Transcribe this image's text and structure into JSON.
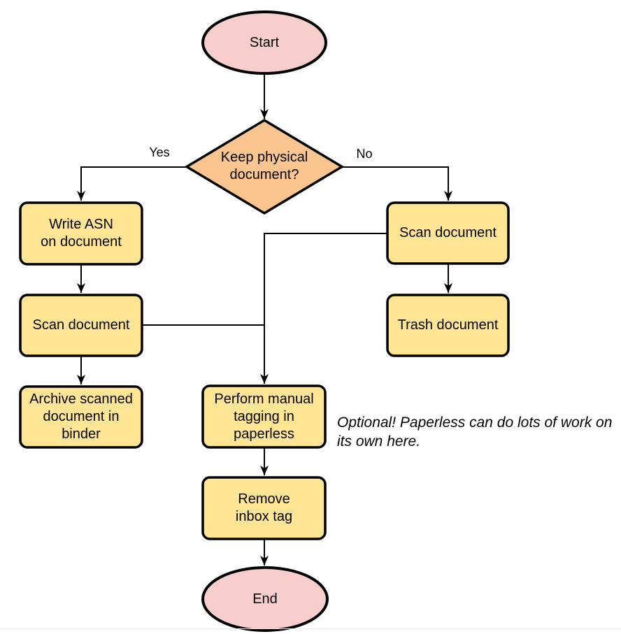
{
  "diagram": {
    "title": "Document scanning workflow flowchart",
    "nodes": {
      "start": {
        "label": "Start"
      },
      "decision": {
        "lines": [
          "Keep physical",
          "document?"
        ]
      },
      "write_asn": {
        "lines": [
          "Write ASN",
          "on document"
        ]
      },
      "scan_left": {
        "label": "Scan document"
      },
      "archive": {
        "lines": [
          "Archive scanned",
          "document in",
          "binder"
        ]
      },
      "scan_right": {
        "label": "Scan document"
      },
      "trash": {
        "label": "Trash document"
      },
      "tagging": {
        "lines": [
          "Perform manual",
          "tagging in",
          "paperless"
        ]
      },
      "remove_inbox": {
        "lines": [
          "Remove",
          "inbox tag"
        ]
      },
      "end": {
        "label": "End"
      }
    },
    "edge_labels": {
      "yes": "Yes",
      "no": "No"
    },
    "note": {
      "lines": [
        "Optional! Paperless can do lots of work on",
        "its own here."
      ]
    },
    "colors": {
      "terminal_fill": "#f8cecc",
      "decision_fill": "#fac58f",
      "process_fill": "#ffe594",
      "stroke": "#000000"
    }
  }
}
